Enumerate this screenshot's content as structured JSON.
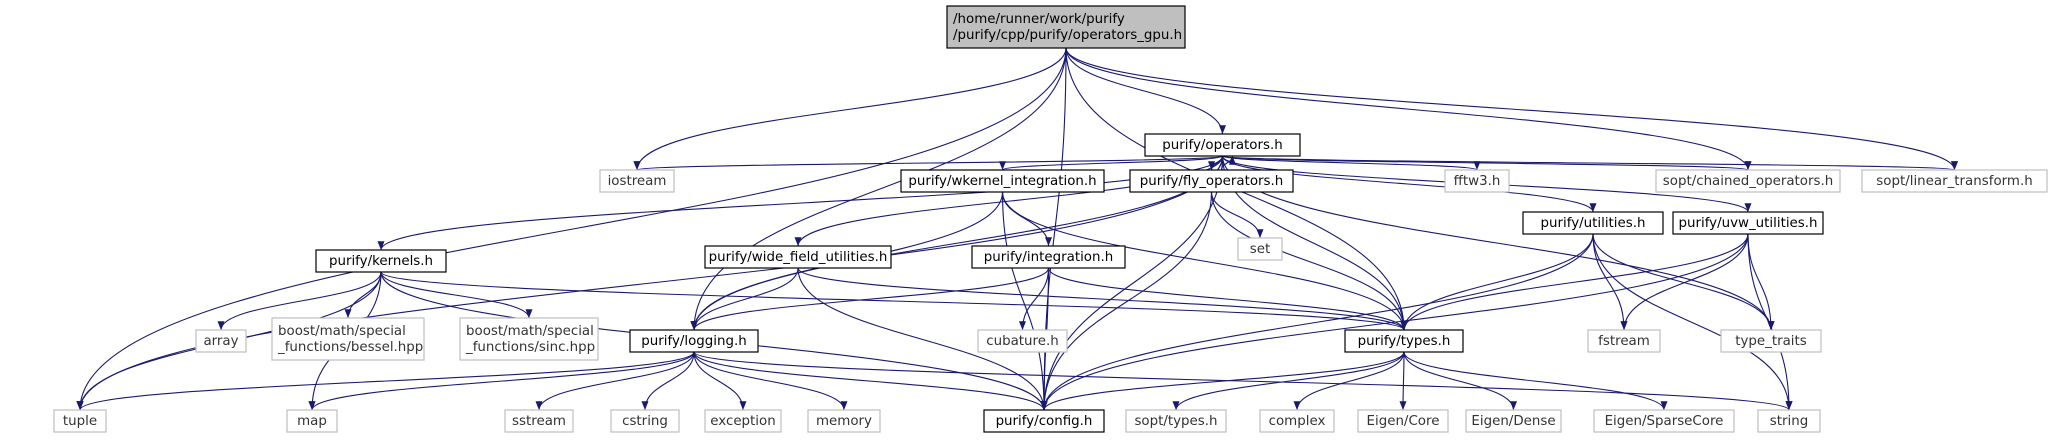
{
  "title": "",
  "colors": {
    "edge": "#191970",
    "root_fill": "#bfbfbf",
    "documented_border": "#000000",
    "system_border": "#bfbfbf"
  },
  "nodes": [
    {
      "id": "root",
      "kind": "root",
      "lines": [
        "/home/runner/work/purify",
        "/purify/cpp/purify/operators_gpu.h"
      ]
    },
    {
      "id": "operators",
      "kind": "doc",
      "lines": [
        "purify/operators.h"
      ]
    },
    {
      "id": "iostream",
      "kind": "sys",
      "lines": [
        "iostream"
      ]
    },
    {
      "id": "wkernel",
      "kind": "doc",
      "lines": [
        "purify/wkernel_integration.h"
      ]
    },
    {
      "id": "fly",
      "kind": "doc",
      "lines": [
        "purify/fly_operators.h"
      ]
    },
    {
      "id": "fftw3",
      "kind": "sys",
      "lines": [
        "fftw3.h"
      ]
    },
    {
      "id": "chained",
      "kind": "sys",
      "lines": [
        "sopt/chained_operators.h"
      ]
    },
    {
      "id": "lintrans",
      "kind": "sys",
      "lines": [
        "sopt/linear_transform.h"
      ]
    },
    {
      "id": "set",
      "kind": "sys",
      "lines": [
        "set"
      ]
    },
    {
      "id": "kernels",
      "kind": "doc",
      "lines": [
        "purify/kernels.h"
      ]
    },
    {
      "id": "widefield",
      "kind": "doc",
      "lines": [
        "purify/wide_field_utilities.h"
      ]
    },
    {
      "id": "integration",
      "kind": "doc",
      "lines": [
        "purify/integration.h"
      ]
    },
    {
      "id": "utilities",
      "kind": "doc",
      "lines": [
        "purify/utilities.h"
      ]
    },
    {
      "id": "uvw",
      "kind": "doc",
      "lines": [
        "purify/uvw_utilities.h"
      ]
    },
    {
      "id": "array",
      "kind": "sys",
      "lines": [
        "array"
      ]
    },
    {
      "id": "bessel",
      "kind": "sys",
      "lines": [
        "boost/math/special",
        "_functions/bessel.hpp"
      ]
    },
    {
      "id": "sinc",
      "kind": "sys",
      "lines": [
        "boost/math/special",
        "_functions/sinc.hpp"
      ]
    },
    {
      "id": "logging",
      "kind": "doc",
      "lines": [
        "purify/logging.h"
      ]
    },
    {
      "id": "cubature",
      "kind": "sys",
      "lines": [
        "cubature.h"
      ]
    },
    {
      "id": "types",
      "kind": "doc",
      "lines": [
        "purify/types.h"
      ]
    },
    {
      "id": "fstream",
      "kind": "sys",
      "lines": [
        "fstream"
      ]
    },
    {
      "id": "typetraits",
      "kind": "sys",
      "lines": [
        "type_traits"
      ]
    },
    {
      "id": "tuple",
      "kind": "sys",
      "lines": [
        "tuple"
      ]
    },
    {
      "id": "map",
      "kind": "sys",
      "lines": [
        "map"
      ]
    },
    {
      "id": "sstream",
      "kind": "sys",
      "lines": [
        "sstream"
      ]
    },
    {
      "id": "cstring",
      "kind": "sys",
      "lines": [
        "cstring"
      ]
    },
    {
      "id": "exception",
      "kind": "sys",
      "lines": [
        "exception"
      ]
    },
    {
      "id": "memory",
      "kind": "sys",
      "lines": [
        "memory"
      ]
    },
    {
      "id": "config",
      "kind": "doc",
      "lines": [
        "purify/config.h"
      ]
    },
    {
      "id": "sopttypes",
      "kind": "sys",
      "lines": [
        "sopt/types.h"
      ]
    },
    {
      "id": "complex",
      "kind": "sys",
      "lines": [
        "complex"
      ]
    },
    {
      "id": "eigencore",
      "kind": "sys",
      "lines": [
        "Eigen/Core"
      ]
    },
    {
      "id": "eigendense",
      "kind": "sys",
      "lines": [
        "Eigen/Dense"
      ]
    },
    {
      "id": "eigensparse",
      "kind": "sys",
      "lines": [
        "Eigen/SparseCore"
      ]
    },
    {
      "id": "string",
      "kind": "sys",
      "lines": [
        "string"
      ]
    }
  ],
  "edges": [
    [
      "root",
      "operators"
    ],
    [
      "root",
      "iostream"
    ],
    [
      "root",
      "chained"
    ],
    [
      "root",
      "lintrans"
    ],
    [
      "root",
      "types"
    ],
    [
      "root",
      "logging"
    ],
    [
      "root",
      "config"
    ],
    [
      "root",
      "tuple"
    ],
    [
      "operators",
      "iostream"
    ],
    [
      "operators",
      "wkernel"
    ],
    [
      "operators",
      "fly"
    ],
    [
      "operators",
      "fftw3"
    ],
    [
      "operators",
      "chained"
    ],
    [
      "operators",
      "lintrans"
    ],
    [
      "operators",
      "kernels"
    ],
    [
      "operators",
      "widefield"
    ],
    [
      "operators",
      "utilities"
    ],
    [
      "operators",
      "uvw"
    ],
    [
      "operators",
      "types"
    ],
    [
      "operators",
      "config"
    ],
    [
      "operators",
      "logging"
    ],
    [
      "operators",
      "typetraits"
    ],
    [
      "operators",
      "tuple"
    ],
    [
      "fly",
      "operators"
    ],
    [
      "fly",
      "set"
    ],
    [
      "fly",
      "types"
    ],
    [
      "fly",
      "config"
    ],
    [
      "wkernel",
      "integration"
    ],
    [
      "wkernel",
      "logging"
    ],
    [
      "wkernel",
      "types"
    ],
    [
      "wkernel",
      "config"
    ],
    [
      "kernels",
      "array"
    ],
    [
      "kernels",
      "bessel"
    ],
    [
      "kernels",
      "sinc"
    ],
    [
      "kernels",
      "tuple"
    ],
    [
      "kernels",
      "map"
    ],
    [
      "kernels",
      "types"
    ],
    [
      "kernels",
      "config"
    ],
    [
      "widefield",
      "logging"
    ],
    [
      "widefield",
      "types"
    ],
    [
      "widefield",
      "config"
    ],
    [
      "integration",
      "cubature"
    ],
    [
      "integration",
      "logging"
    ],
    [
      "integration",
      "types"
    ],
    [
      "integration",
      "config"
    ],
    [
      "utilities",
      "types"
    ],
    [
      "utilities",
      "fstream"
    ],
    [
      "utilities",
      "typetraits"
    ],
    [
      "utilities",
      "string"
    ],
    [
      "utilities",
      "config"
    ],
    [
      "uvw",
      "types"
    ],
    [
      "uvw",
      "fstream"
    ],
    [
      "uvw",
      "typetraits"
    ],
    [
      "uvw",
      "string"
    ],
    [
      "uvw",
      "config"
    ],
    [
      "logging",
      "tuple"
    ],
    [
      "logging",
      "map"
    ],
    [
      "logging",
      "sstream"
    ],
    [
      "logging",
      "cstring"
    ],
    [
      "logging",
      "exception"
    ],
    [
      "logging",
      "memory"
    ],
    [
      "logging",
      "config"
    ],
    [
      "logging",
      "string"
    ],
    [
      "types",
      "config"
    ],
    [
      "types",
      "sopttypes"
    ],
    [
      "types",
      "complex"
    ],
    [
      "types",
      "eigencore"
    ],
    [
      "types",
      "eigendense"
    ],
    [
      "types",
      "eigensparse"
    ]
  ]
}
